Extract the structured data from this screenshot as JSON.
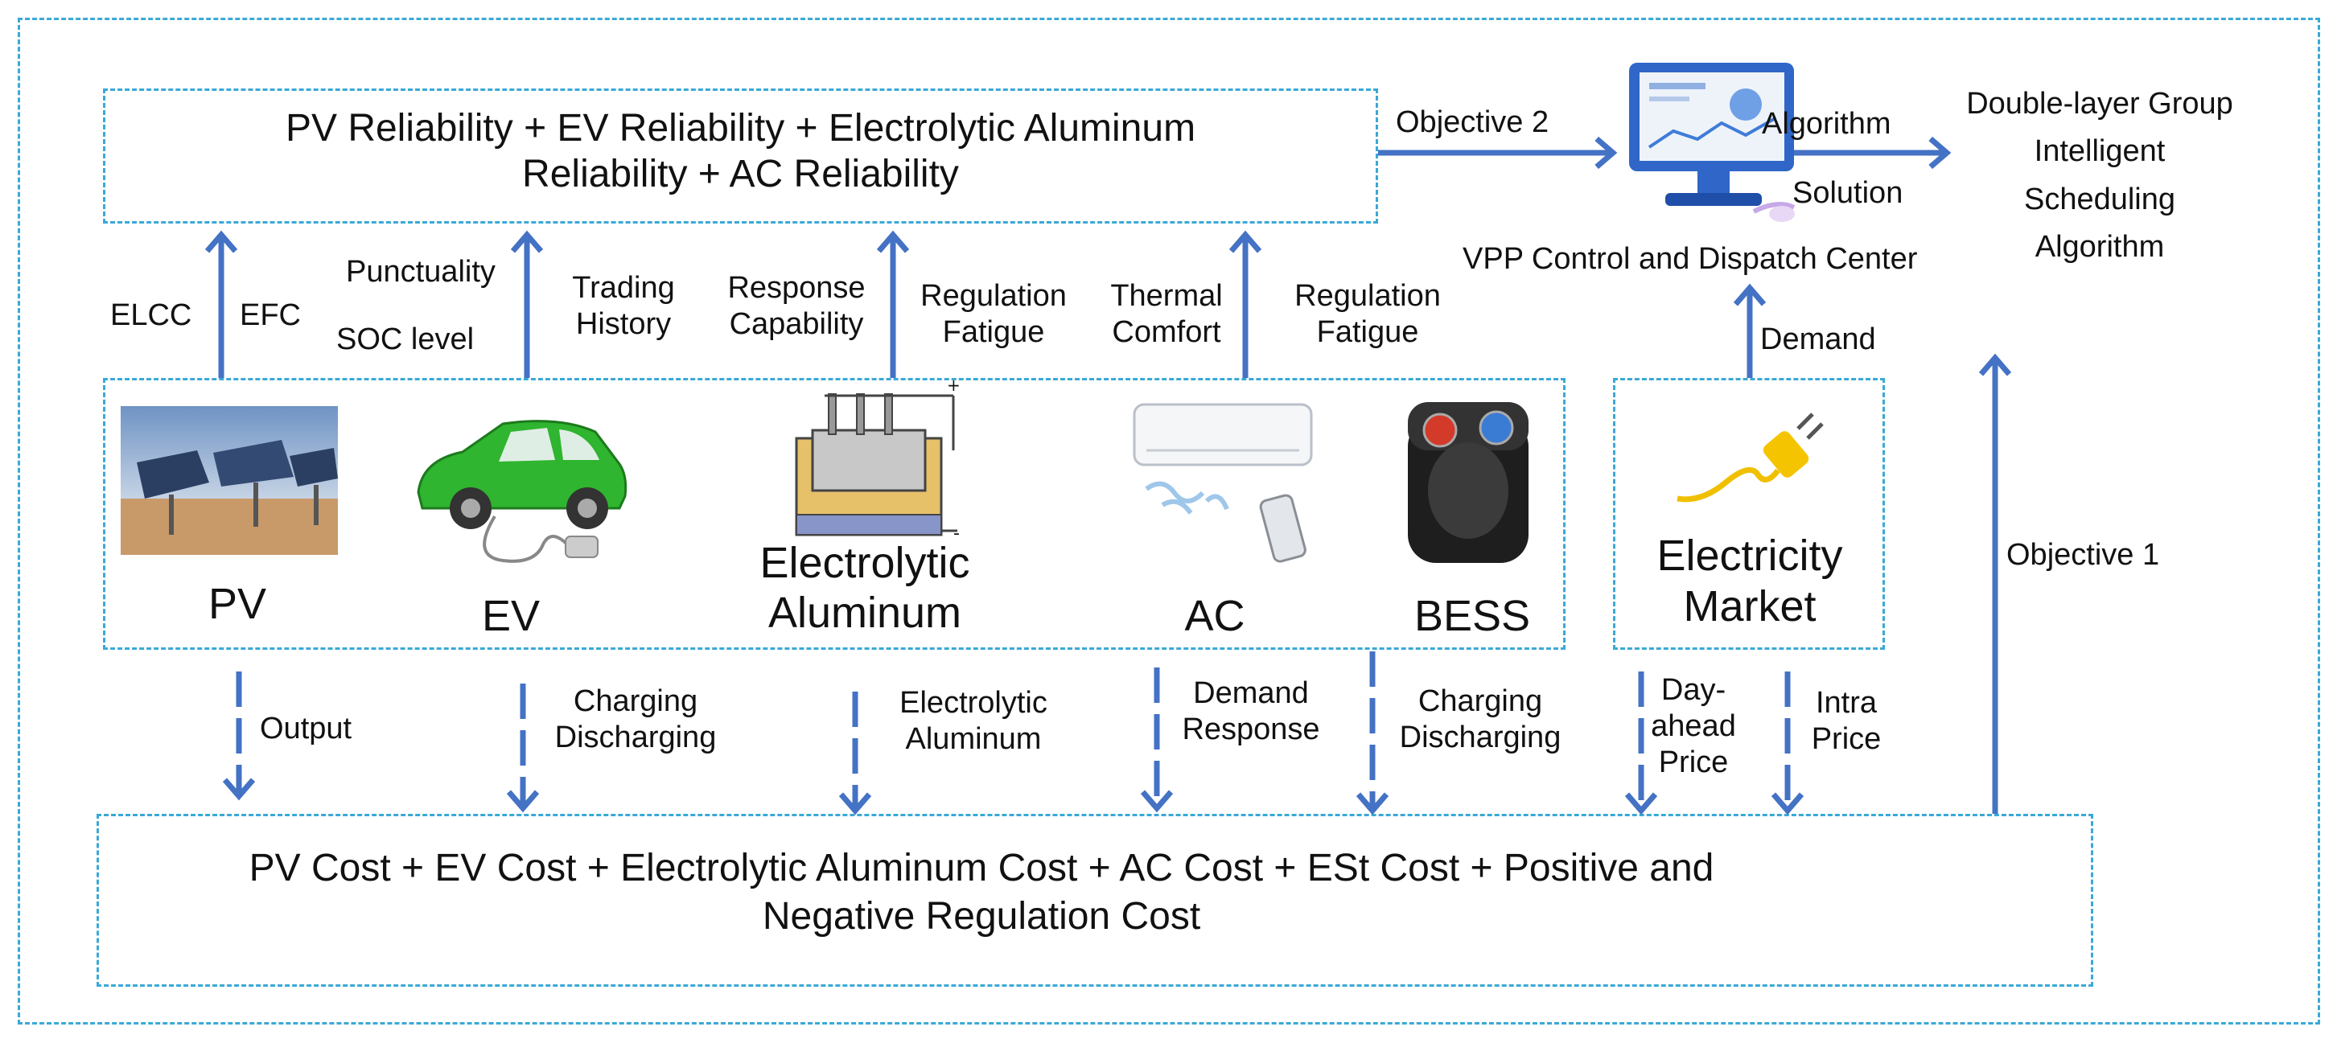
{
  "top_formula": {
    "line1": "PV Reliability + EV Reliability + Electrolytic Aluminum",
    "line2": "Reliability + AC Reliability"
  },
  "bottom_formula": {
    "line1": "PV Cost + EV Cost + Electrolytic Aluminum Cost + AC Cost + ESt Cost + Positive and",
    "line2": "Negative Regulation Cost"
  },
  "up_labels": {
    "pv": [
      "ELCC",
      "EFC"
    ],
    "ev": [
      "Punctuality",
      "SOC level",
      "Trading",
      "History"
    ],
    "al": [
      "Response",
      "Capability",
      "Regulation",
      "Fatigue"
    ],
    "ac": [
      "Thermal",
      "Comfort",
      "Regulation",
      "Fatigue"
    ]
  },
  "devices": {
    "pv": "PV",
    "ev": "EV",
    "al": [
      "Electrolytic",
      "Aluminum"
    ],
    "ac": "AC",
    "bess": "BESS",
    "market": [
      "Electricity",
      "Market"
    ]
  },
  "down_labels": {
    "pv": "Output",
    "ev": [
      "Charging",
      "Discharging"
    ],
    "al": [
      "Electrolytic",
      "Aluminum"
    ],
    "ac": [
      "Demand",
      "Response"
    ],
    "bess": [
      "Charging",
      "Discharging"
    ],
    "day_ahead": [
      "Day-",
      "ahead",
      "Price"
    ],
    "intra": [
      "Intra",
      "Price"
    ]
  },
  "right": {
    "objective2": "Objective 2",
    "algorithm": "Algorithm",
    "solution": "Solution",
    "center": "VPP Control and Dispatch Center",
    "demand": "Demand",
    "objective1": "Objective 1",
    "algo_name": [
      "Double-layer Group",
      "Intelligent",
      "Scheduling",
      "Algorithm"
    ]
  },
  "colors": {
    "arrow": "#4472c4",
    "box_border": "#3aa9d6"
  }
}
